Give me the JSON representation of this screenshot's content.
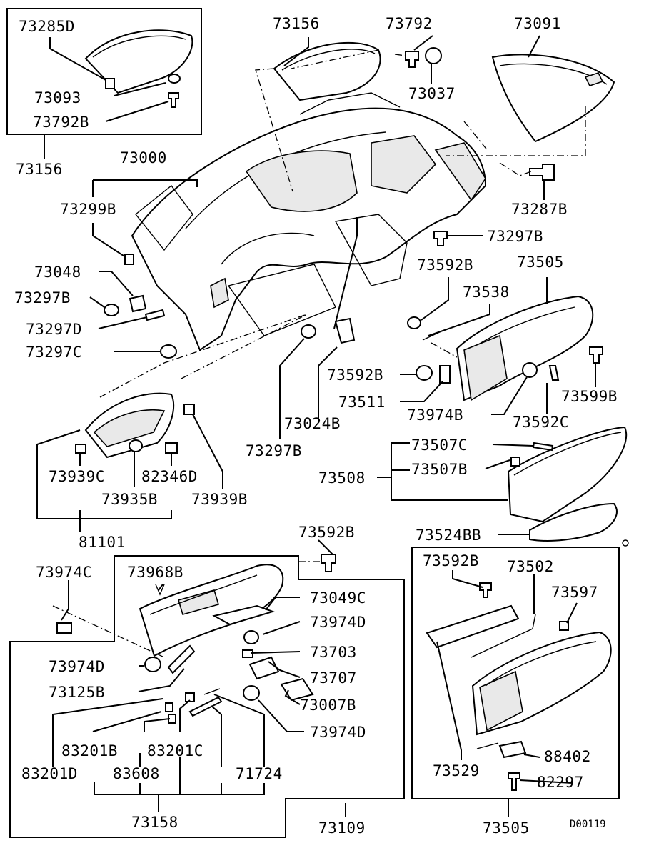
{
  "diagram_code": "D00119",
  "labels": [
    {
      "id": "l1",
      "text": "73285D"
    },
    {
      "id": "l2",
      "text": "73093"
    },
    {
      "id": "l3",
      "text": "73792B"
    },
    {
      "id": "l4",
      "text": "73156"
    },
    {
      "id": "l5",
      "text": "73156"
    },
    {
      "id": "l6",
      "text": "73792"
    },
    {
      "id": "l7",
      "text": "73037"
    },
    {
      "id": "l8",
      "text": "73091"
    },
    {
      "id": "l9",
      "text": "73287B"
    },
    {
      "id": "l10",
      "text": "73297B"
    },
    {
      "id": "l11",
      "text": "73000"
    },
    {
      "id": "l12",
      "text": "73299B"
    },
    {
      "id": "l13",
      "text": "73048"
    },
    {
      "id": "l14",
      "text": "73297B"
    },
    {
      "id": "l15",
      "text": "73297D"
    },
    {
      "id": "l16",
      "text": "73297C"
    },
    {
      "id": "l17",
      "text": "73592B"
    },
    {
      "id": "l18",
      "text": "73505"
    },
    {
      "id": "l19",
      "text": "73538"
    },
    {
      "id": "l20",
      "text": "73592B"
    },
    {
      "id": "l21",
      "text": "73511"
    },
    {
      "id": "l22",
      "text": "73974B"
    },
    {
      "id": "l23",
      "text": "73592C"
    },
    {
      "id": "l24",
      "text": "73599B"
    },
    {
      "id": "l25",
      "text": "73024B"
    },
    {
      "id": "l26",
      "text": "73297B"
    },
    {
      "id": "l27",
      "text": "73507C"
    },
    {
      "id": "l28",
      "text": "73507B"
    },
    {
      "id": "l29",
      "text": "73508"
    },
    {
      "id": "l30",
      "text": "73524BB"
    },
    {
      "id": "l31",
      "text": "73939C"
    },
    {
      "id": "l32",
      "text": "82346D"
    },
    {
      "id": "l33",
      "text": "73935B"
    },
    {
      "id": "l34",
      "text": "73939B"
    },
    {
      "id": "l35",
      "text": "81101"
    },
    {
      "id": "l36",
      "text": "73592B"
    },
    {
      "id": "l37",
      "text": "73974C"
    },
    {
      "id": "l38",
      "text": "73968B"
    },
    {
      "id": "l39",
      "text": "73049C"
    },
    {
      "id": "l40",
      "text": "73974D"
    },
    {
      "id": "l41",
      "text": "73703"
    },
    {
      "id": "l42",
      "text": "73974D"
    },
    {
      "id": "l43",
      "text": "73707"
    },
    {
      "id": "l44",
      "text": "73125B"
    },
    {
      "id": "l45",
      "text": "73007B"
    },
    {
      "id": "l46",
      "text": "73974D"
    },
    {
      "id": "l47",
      "text": "83201B"
    },
    {
      "id": "l48",
      "text": "83201C"
    },
    {
      "id": "l49",
      "text": "83201D"
    },
    {
      "id": "l50",
      "text": "83608"
    },
    {
      "id": "l51",
      "text": "71724"
    },
    {
      "id": "l52",
      "text": "73158"
    },
    {
      "id": "l53",
      "text": "73109"
    },
    {
      "id": "l54",
      "text": "73592B"
    },
    {
      "id": "l55",
      "text": "73502"
    },
    {
      "id": "l56",
      "text": "73597"
    },
    {
      "id": "l57",
      "text": "73529"
    },
    {
      "id": "l58",
      "text": "88402"
    },
    {
      "id": "l59",
      "text": "82297"
    },
    {
      "id": "l60",
      "text": "73505"
    }
  ]
}
